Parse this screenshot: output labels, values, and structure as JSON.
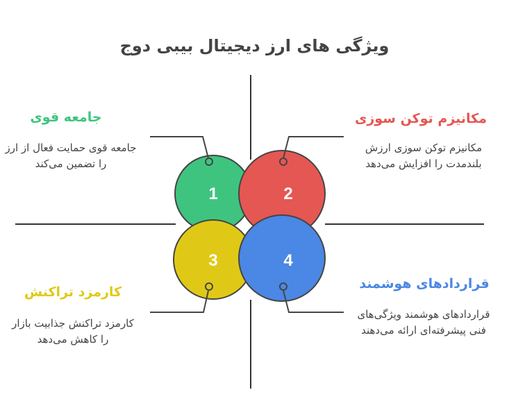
{
  "title": "ویژگی های ارز دیجیتال بیبی دوج",
  "colors": {
    "green": "#3fc47f",
    "red": "#e55753",
    "yellow": "#e0c916",
    "blue": "#4b87e4",
    "line": "#333333"
  },
  "features": [
    {
      "number": "1",
      "heading": "جامعه قوی",
      "description": "جامعه قوی حمایت فعال از ارز را تضمین می‌کند"
    },
    {
      "number": "2",
      "heading": "مکانیزم توکن سوزی",
      "description": "مکانیزم توکن سوزی ارزش بلندمدت را افزایش می‌دهد"
    },
    {
      "number": "3",
      "heading": "کارمزد تراکنش",
      "description": "کارمزد تراکنش جذابیت بازار را کاهش می‌دهد"
    },
    {
      "number": "4",
      "heading": "قراردادهای هوشمند",
      "description": "قراردادهای هوشمند ویژگی‌های فنی پیشرفته‌ای ارائه می‌دهند"
    }
  ]
}
